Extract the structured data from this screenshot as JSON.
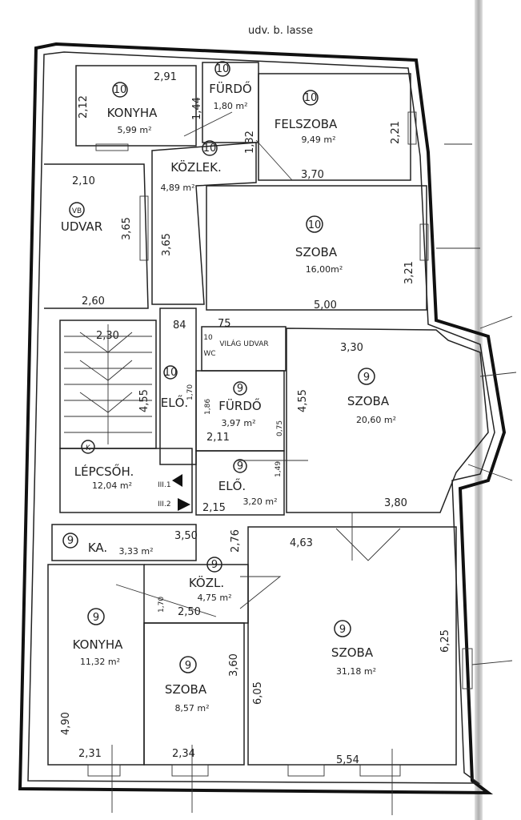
{
  "header_note": "udv. b. lasse",
  "rooms": [
    {
      "key": "konyha_top",
      "number": "10",
      "name": "KONYHA",
      "area": "5,99 m²"
    },
    {
      "key": "furdo_top",
      "number": "10",
      "name": "FÜRDŐ",
      "area": "1,80 m²"
    },
    {
      "key": "felszoba",
      "number": "10",
      "name": "FELSZOBA",
      "area": "9,49 m²"
    },
    {
      "key": "kozlek_top",
      "number": "10",
      "name": "KÖZLEK.",
      "area": "4,89 m²"
    },
    {
      "key": "udvar",
      "number": "VB",
      "name": "UDVAR",
      "area": ""
    },
    {
      "key": "szoba_16",
      "number": "10",
      "name": "SZOBA",
      "area": "16,00m²"
    },
    {
      "key": "szoba_20",
      "number": "9",
      "name": "SZOBA",
      "area": "20,60 m²"
    },
    {
      "key": "vilag_udvar",
      "number": "",
      "name": "VILÁG UDVAR",
      "area": ""
    },
    {
      "key": "wc",
      "number": "10",
      "name": "WC",
      "area": ""
    },
    {
      "key": "elo_left",
      "number": "10",
      "name": "ELŐ.",
      "area": ""
    },
    {
      "key": "furdo_mid",
      "number": "9",
      "name": "FÜRDŐ",
      "area": "3,97 m²"
    },
    {
      "key": "elo_mid",
      "number": "9",
      "name": "ELŐ.",
      "area": "3,20 m²"
    },
    {
      "key": "lepcsoh",
      "number": "K",
      "name": "LÉPCSŐH.",
      "area": "12,04 m²"
    },
    {
      "key": "kamra",
      "number": "9",
      "name": "KA.",
      "area": "3,33 m²"
    },
    {
      "key": "kozl",
      "number": "9",
      "name": "KÖZL.",
      "area": "4,75 m²"
    },
    {
      "key": "konyha_bottom",
      "number": "9",
      "name": "KONYHA",
      "area": "11,32 m²"
    },
    {
      "key": "szoba_857",
      "number": "9",
      "name": "SZOBA",
      "area": "8,57 m²"
    },
    {
      "key": "szoba_31",
      "number": "9",
      "name": "SZOBA",
      "area": "31,18 m²"
    }
  ],
  "dims": [
    "2,91",
    "2,12",
    "1,44",
    "1,32",
    "2,21",
    "3,70",
    "2,10",
    "3,65",
    "3,65",
    "3,21",
    "5,00",
    "2,60",
    "2,30",
    "84",
    "75",
    "3,30",
    "1,70",
    "1,86",
    "4,55",
    "4,55",
    "2,11",
    "0,75",
    "3,80",
    "1,49",
    "2,15",
    "2,76",
    "3,50",
    "1,70",
    "2,50",
    "4,63",
    "6,25",
    "3,60",
    "6,05",
    "4,90",
    "2,31",
    "2,34",
    "5,54"
  ],
  "floor_marks": [
    "III.1",
    "III.2"
  ]
}
